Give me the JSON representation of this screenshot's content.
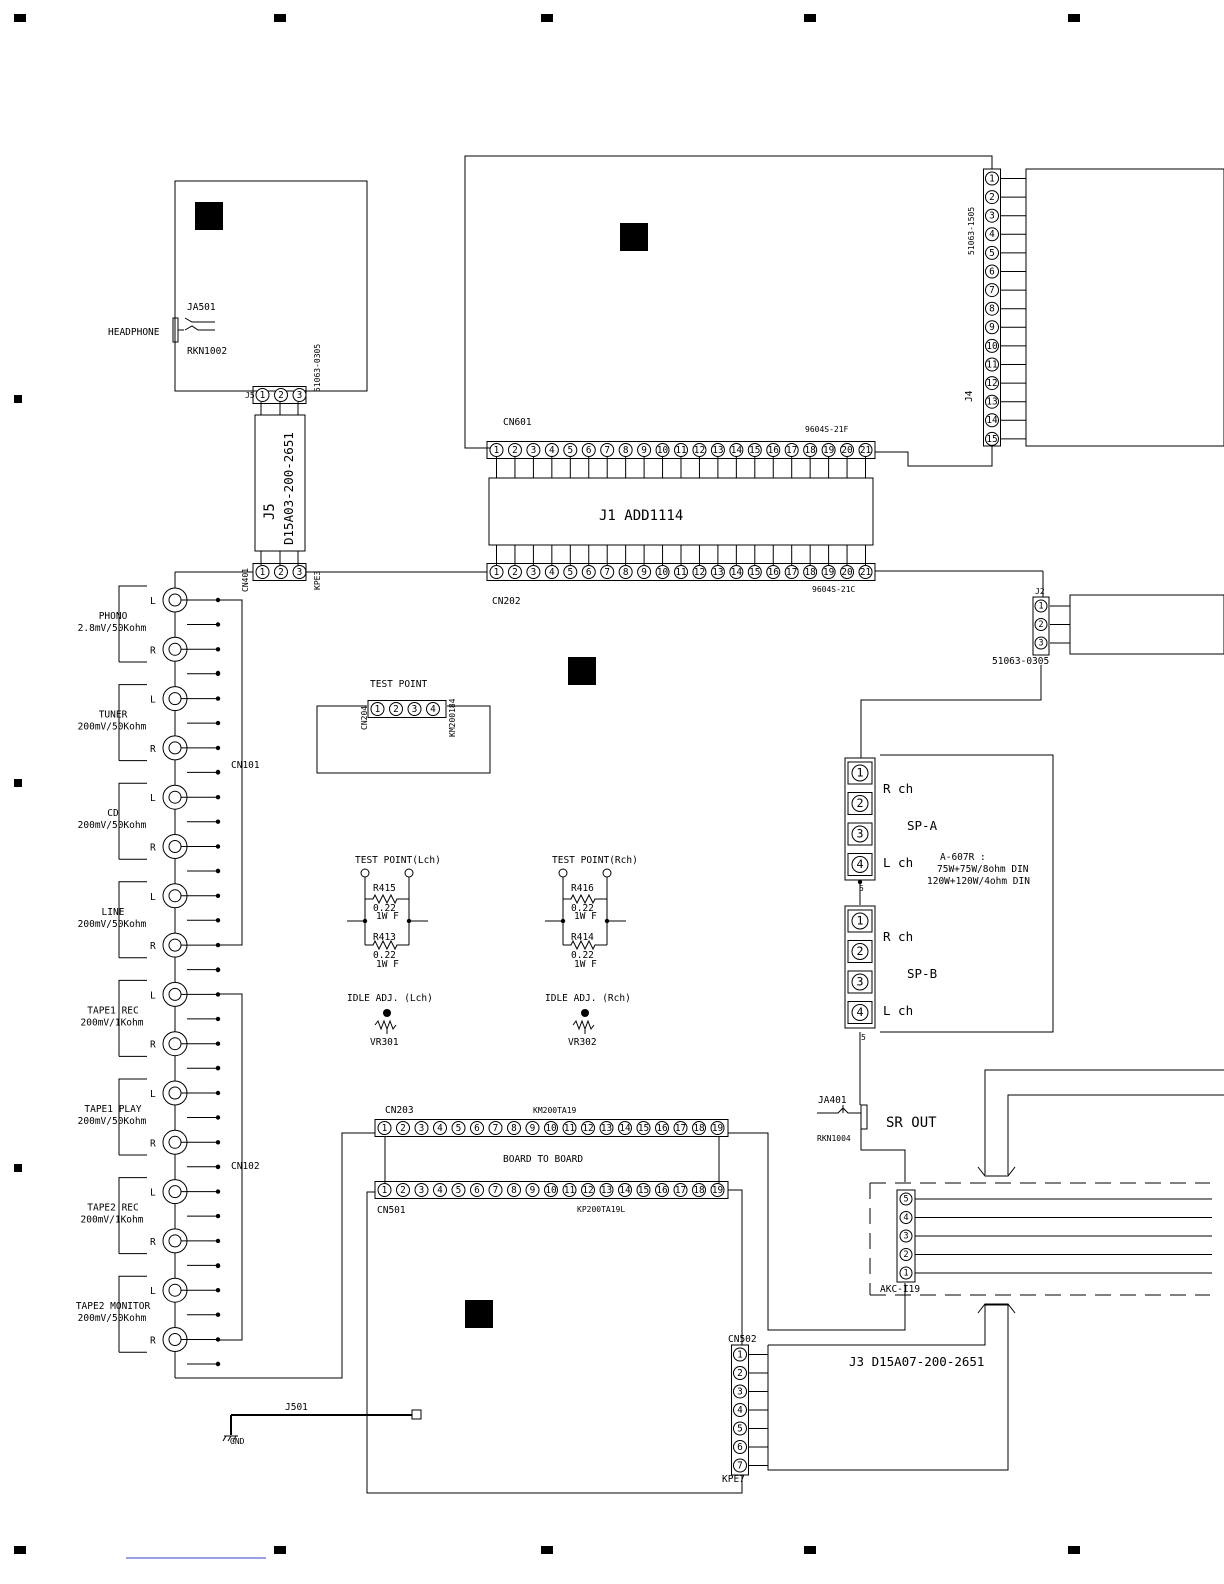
{
  "headphone_board": {
    "jack_ref": "JA501",
    "jack_label": "HEADPHONE",
    "jack_part": "RKN1002",
    "connector_ref": "J5",
    "connector_part": "51063-0305"
  },
  "cable_j5": {
    "label": "J5",
    "part": "D15A03-200-2651"
  },
  "cn401": {
    "ref": "CN401",
    "part": "KPE3"
  },
  "cn601": {
    "ref": "CN601",
    "part": "9604S-21F",
    "pins": 21
  },
  "cable_j1": {
    "label": "J1 ADD1114"
  },
  "cn202": {
    "ref": "CN202",
    "part": "9604S-21C",
    "pins": 21
  },
  "j4": {
    "ref": "J4",
    "part": "51063-1505",
    "pins": 15
  },
  "j2": {
    "ref": "J2",
    "part": "51063-0305",
    "pins": 3
  },
  "test_point": {
    "label": "TEST POINT",
    "ref": "CN204",
    "part": "KM200184"
  },
  "inputs": [
    {
      "name": "PHONO",
      "spec": "2.8mV/50Kohm"
    },
    {
      "name": "TUNER",
      "spec": "200mV/50Kohm"
    },
    {
      "name": "CD",
      "spec": "200mV/50Kohm"
    },
    {
      "name": "LINE",
      "spec": "200mV/50Kohm"
    },
    {
      "name": "TAPE1 REC",
      "spec": "200mV/1Kohm"
    },
    {
      "name": "TAPE1 PLAY",
      "spec": "200mV/50Kohm"
    },
    {
      "name": "TAPE2 REC",
      "spec": "200mV/1Kohm"
    },
    {
      "name": "TAPE2 MONITOR",
      "spec": "200mV/50Kohm"
    }
  ],
  "channel_letters": {
    "left": "L",
    "right": "R"
  },
  "cn101": "CN101",
  "cn102": "CN102",
  "tp_lch": {
    "label": "TEST POINT(Lch)",
    "r1_ref": "R415",
    "r1_val": "0.22",
    "r1_rating": "1W F",
    "r2_ref": "R413",
    "r2_val": "0.22",
    "r2_rating": "1W F",
    "idle_label": "IDLE ADJ. (Lch)",
    "vr_ref": "VR301"
  },
  "tp_rch": {
    "label": "TEST POINT(Rch)",
    "r1_ref": "R416",
    "r1_val": "0.22",
    "r1_rating": "1W F",
    "r2_ref": "R414",
    "r2_val": "0.22",
    "r2_rating": "1W F",
    "idle_label": "IDLE ADJ. (Rch)",
    "vr_ref": "VR302"
  },
  "speakers": {
    "sp_a": "SP-A",
    "sp_b": "SP-B",
    "rch": "R ch",
    "lch": "L ch",
    "model": "A-607R :",
    "rating1": "75W+75W/8ohm DIN",
    "rating2": "120W+120W/4ohm DIN",
    "pin5": "5"
  },
  "ja401": {
    "ref": "JA401",
    "part": "RKN1004",
    "label": "SR OUT"
  },
  "cn203": {
    "ref": "CN203",
    "part": "KM200TA19",
    "pins": 19
  },
  "board_to_board": "BOARD TO BOARD",
  "cn501": {
    "ref": "CN501",
    "part": "KP200TA19L",
    "pins": 19
  },
  "akc": {
    "part": "AKC-I19",
    "pins": [
      "5",
      "4",
      "3",
      "2",
      "1"
    ]
  },
  "cn502": {
    "ref": "CN502",
    "part": "KPE7",
    "pins": 7
  },
  "cable_j3": {
    "label": "J3 D15A07-200-2651"
  },
  "j501": {
    "ref": "J501",
    "gnd": "GND"
  }
}
